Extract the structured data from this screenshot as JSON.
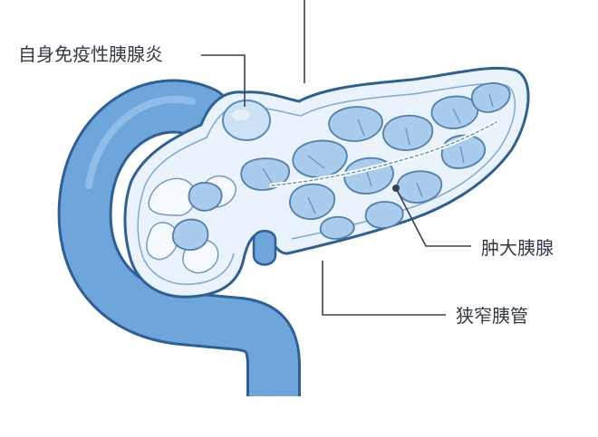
{
  "labels": {
    "autoimmune_pancreatitis": "自身免疫性胰腺炎",
    "enlarged_pancreas": "肿大胰腺",
    "narrowed_duct": "狭窄胰管"
  },
  "colors": {
    "duodenum_fill": "#6ea6dc",
    "duodenum_stroke": "#2e5f95",
    "pancreas_fill": "#eaf3fb",
    "lobule_fill": "#a9cbec",
    "lobule_stroke": "#4f7fae",
    "leader_line": "#3a4250",
    "text": "#333a44"
  }
}
